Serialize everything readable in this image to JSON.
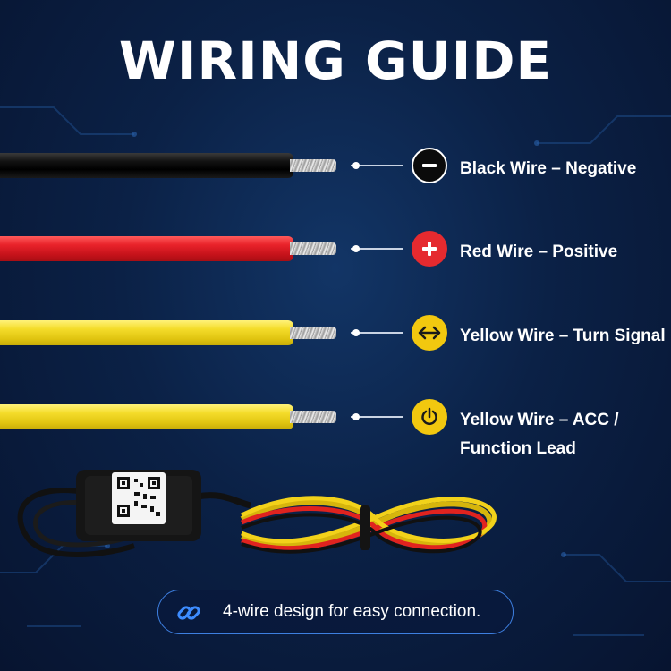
{
  "title": "WIRING GUIDE",
  "wires": [
    {
      "color_name": "black",
      "icon": "minus-icon",
      "label_lines": [
        "Black Wire – Negative"
      ]
    },
    {
      "color_name": "red",
      "icon": "plus-icon",
      "label_lines": [
        "Red Wire – Positive"
      ]
    },
    {
      "color_name": "yellow",
      "icon": "double-arrow-icon",
      "label_lines": [
        "Yellow Wire – Turn Signal"
      ]
    },
    {
      "color_name": "yellow",
      "icon": "power-icon",
      "label_lines": [
        "Yellow Wire – ACC /",
        "Function Lead"
      ]
    }
  ],
  "footer": {
    "text": "4-wire design for easy connection.",
    "icon": "link-chain-icon"
  },
  "colors": {
    "background": "#0b2146",
    "red": "#e52a2f",
    "yellow": "#f2c80f",
    "black": "#000000",
    "accent_blue": "#3d7fe0"
  }
}
